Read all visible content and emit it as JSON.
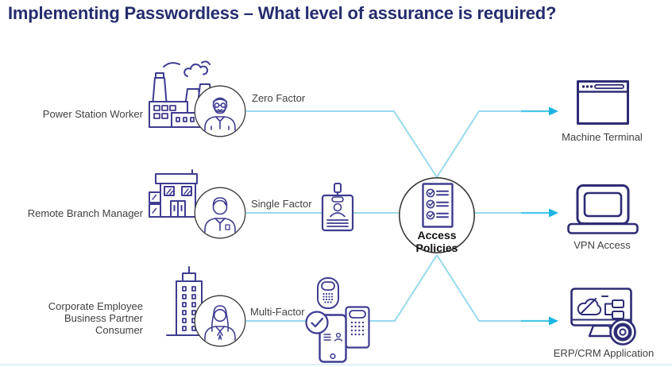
{
  "title": "Implementing Passwordless – What level of assurance is required?",
  "colors": {
    "title": "#252C6E",
    "icon_purple": "#3E3C90",
    "icon_dark_navy": "#2E2C74",
    "connector_line": "#97DAEC",
    "arrow": "#1CB4E2",
    "label_text": "#3F3F3F",
    "circle_stroke": "#3A3A3A"
  },
  "rows": [
    {
      "user_lines": [
        "Power Station Worker"
      ],
      "user_icon": "power-station-icon",
      "persona_icon": "male-worker-avatar",
      "factor_label": "Zero Factor",
      "factor_icons": [],
      "target_label": "Machine Terminal",
      "target_icon": "browser-window-icon"
    },
    {
      "user_lines": [
        "Remote Branch Manager"
      ],
      "user_icon": "branch-office-icon",
      "persona_icon": "male-manager-avatar",
      "factor_label": "Single Factor",
      "factor_icons": [
        "id-badge-icon"
      ],
      "target_label": "VPN Access",
      "target_icon": "laptop-icon"
    },
    {
      "user_lines": [
        "Corporate Employee",
        "Business Partner",
        "Consumer"
      ],
      "user_icon": "office-tower-icon",
      "persona_icon": "female-employee-avatar",
      "factor_label": "Multi-Factor",
      "factor_icons": [
        "key-fob-icon",
        "check-circle-icon",
        "smartphone-id-icon",
        "hardware-token-icon"
      ],
      "target_label": "ERP/CRM Application",
      "target_icon": "erp-monitor-icon"
    }
  ],
  "center": {
    "lines": [
      "Access",
      "Policies"
    ],
    "icon": "checklist-icon"
  }
}
